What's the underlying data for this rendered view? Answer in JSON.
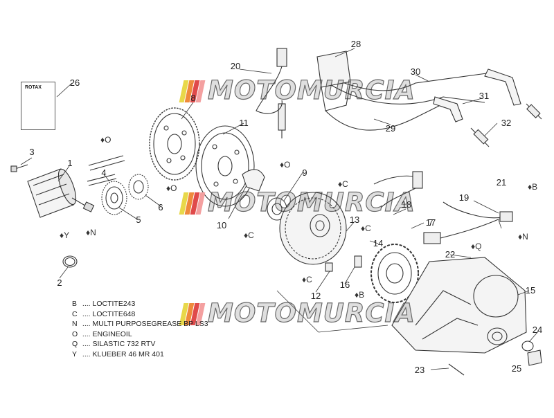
{
  "callouts": [
    {
      "id": "c1",
      "text": "1"
    },
    {
      "id": "c2",
      "text": "2"
    },
    {
      "id": "c3",
      "text": "3"
    },
    {
      "id": "c4",
      "text": "4"
    },
    {
      "id": "c5",
      "text": "5"
    },
    {
      "id": "c6",
      "text": "6"
    },
    {
      "id": "c7",
      "text": "7"
    },
    {
      "id": "c8",
      "text": "8"
    },
    {
      "id": "c9",
      "text": "9"
    },
    {
      "id": "c10",
      "text": "10"
    },
    {
      "id": "c11",
      "text": "11"
    },
    {
      "id": "c12",
      "text": "12"
    },
    {
      "id": "c13",
      "text": "13"
    },
    {
      "id": "c14",
      "text": "14"
    },
    {
      "id": "c15",
      "text": "15"
    },
    {
      "id": "c16",
      "text": "16"
    },
    {
      "id": "c17",
      "text": "17"
    },
    {
      "id": "c18",
      "text": "18"
    },
    {
      "id": "c19",
      "text": "19"
    },
    {
      "id": "c20",
      "text": "20"
    },
    {
      "id": "c21",
      "text": "21"
    },
    {
      "id": "c22",
      "text": "22"
    },
    {
      "id": "c23",
      "text": "23"
    },
    {
      "id": "c24",
      "text": "24"
    },
    {
      "id": "c25",
      "text": "25"
    },
    {
      "id": "c26",
      "text": "26"
    },
    {
      "id": "c28",
      "text": "28"
    },
    {
      "id": "c29",
      "text": "29"
    },
    {
      "id": "c30",
      "text": "30"
    },
    {
      "id": "c31",
      "text": "31"
    },
    {
      "id": "c32",
      "text": "32"
    }
  ],
  "symbols": [
    {
      "id": "s1",
      "text": "♦O"
    },
    {
      "id": "s2",
      "text": "♦O"
    },
    {
      "id": "s3",
      "text": "♦O"
    },
    {
      "id": "s4",
      "text": "♦Y"
    },
    {
      "id": "s5",
      "text": "♦N"
    },
    {
      "id": "s6",
      "text": "♦C"
    },
    {
      "id": "s7",
      "text": "♦C"
    },
    {
      "id": "s8",
      "text": "♦C"
    },
    {
      "id": "s9",
      "text": "♦C"
    },
    {
      "id": "s10",
      "text": "♦B"
    },
    {
      "id": "s11",
      "text": "♦Q"
    },
    {
      "id": "s12",
      "text": "♦B"
    },
    {
      "id": "s13",
      "text": "♦N"
    }
  ],
  "legend": [
    {
      "key": "B",
      "text": ".... LOCTITE243"
    },
    {
      "key": "C",
      "text": ".... LOCTITE648"
    },
    {
      "key": "N",
      "text": ".... MULTI PURPOSEGREASE BP LS3"
    },
    {
      "key": "O",
      "text": ".... ENGINEOIL"
    },
    {
      "key": "Q",
      "text": ".... SILASTIC 732 RTV"
    },
    {
      "key": "Y",
      "text": ".... KLUEBER 46 MR 401"
    }
  ],
  "watermark": {
    "text": "MOTOMURCIA",
    "stripe_colors": [
      "#e8d84a",
      "#ef8a3c",
      "#e04a4a",
      "#f4a0a0"
    ]
  },
  "document_logo": "ROTAX",
  "colors": {
    "line": "#333333",
    "part_fill": "#f4f4f4"
  }
}
